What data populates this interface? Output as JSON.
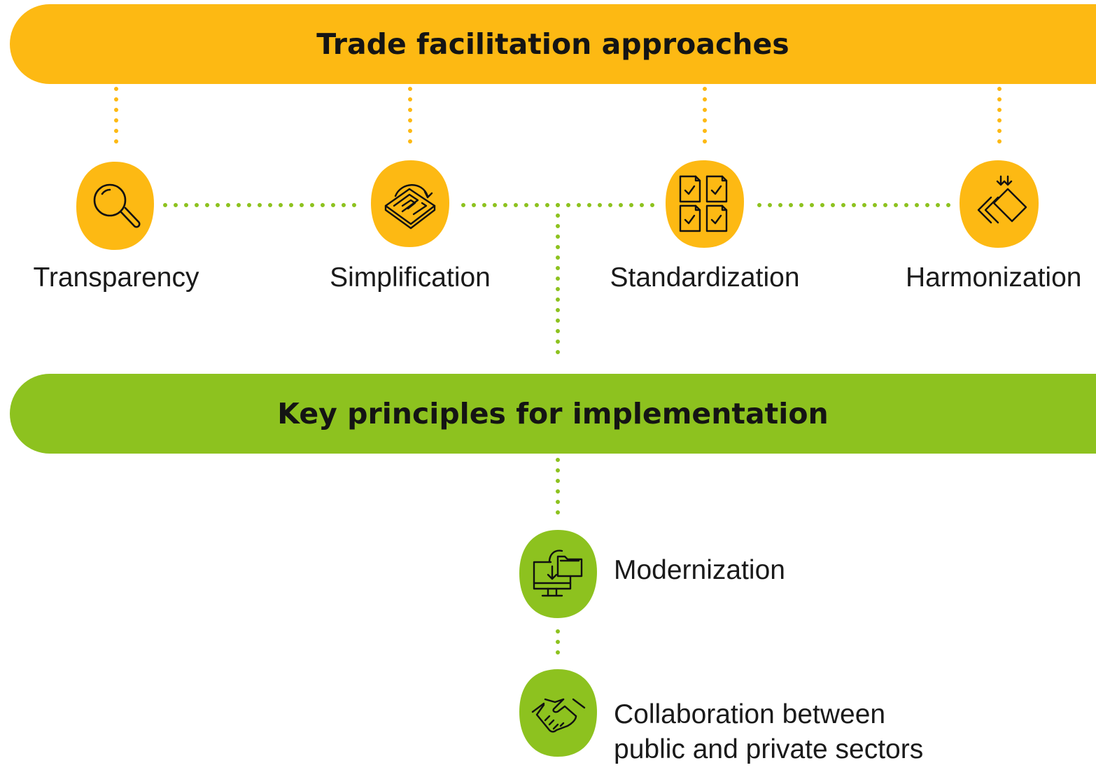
{
  "header": {
    "title": "Trade facilitation approaches"
  },
  "approaches": [
    {
      "label": "Transparency",
      "icon": "magnifier-icon"
    },
    {
      "label": "Simplification",
      "icon": "maze-icon"
    },
    {
      "label": "Standardization",
      "icon": "documents-grid-icon"
    },
    {
      "label": "Harmonization",
      "icon": "aligned-layers-icon"
    }
  ],
  "principles_header": {
    "title": "Key principles for implementation"
  },
  "principles": [
    {
      "label": "Modernization",
      "icon": "computer-folder-icon"
    },
    {
      "label_line1": "Collaboration between",
      "label_line2": "public and private sectors",
      "icon": "handshake-icon"
    }
  ],
  "colors": {
    "approach": "#FDB913",
    "principle": "#8DC21F"
  }
}
